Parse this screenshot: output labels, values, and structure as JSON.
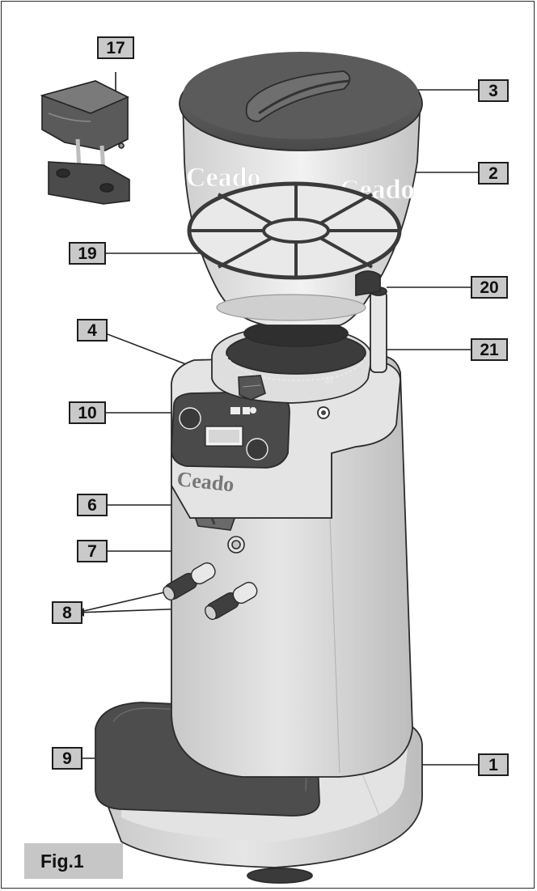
{
  "figure": {
    "label": "Fig.1",
    "parts": [
      {
        "id": "part-3",
        "number": "3"
      },
      {
        "id": "part-17",
        "number": "17"
      },
      {
        "id": "part-2",
        "number": "2"
      },
      {
        "id": "part-19",
        "number": "19"
      },
      {
        "id": "part-20",
        "number": "20"
      },
      {
        "id": "part-4",
        "number": "4"
      },
      {
        "id": "part-21",
        "number": "21"
      },
      {
        "id": "part-10",
        "number": "10"
      },
      {
        "id": "part-6",
        "number": "6"
      },
      {
        "id": "part-7",
        "number": "7"
      },
      {
        "id": "part-8",
        "number": "8"
      },
      {
        "id": "part-9",
        "number": "9"
      },
      {
        "id": "part-1",
        "number": "1"
      }
    ],
    "brand_text": "Ceado",
    "icon_names": [
      "coffee-grinder-icon",
      "cup-icon",
      "display-icon"
    ]
  },
  "colors": {
    "callout_fill": "#c9c9c9",
    "body_fill": "#dcdcdc",
    "rubber": "#555555",
    "outline": "#2b2b2b"
  }
}
